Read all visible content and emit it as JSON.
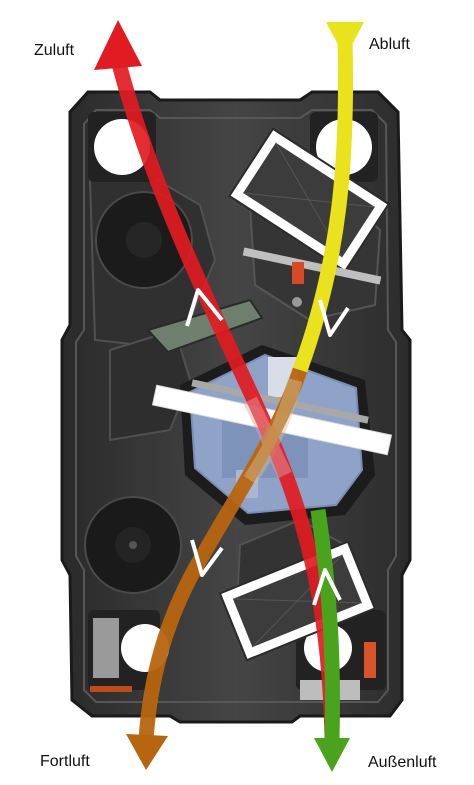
{
  "labels": {
    "zuluft": "Zuluft",
    "abluft": "Abluft",
    "fortluft": "Fortluft",
    "aussenluft": "Außenluft"
  },
  "colors": {
    "zuluft": "#e11b22",
    "abluft": "#e9e21c",
    "fortluft": "#b8650f",
    "aussenluft": "#4aa31d",
    "exchanger_core": "#8fa3c8",
    "housing": "#3a3a3a"
  },
  "icons": {
    "zuluft_arrow": "arrow-up-left-icon",
    "abluft_arrow": "arrow-down-icon",
    "fortluft_arrow": "arrow-down-icon",
    "aussenluft_arrow": "arrow-down-icon"
  }
}
